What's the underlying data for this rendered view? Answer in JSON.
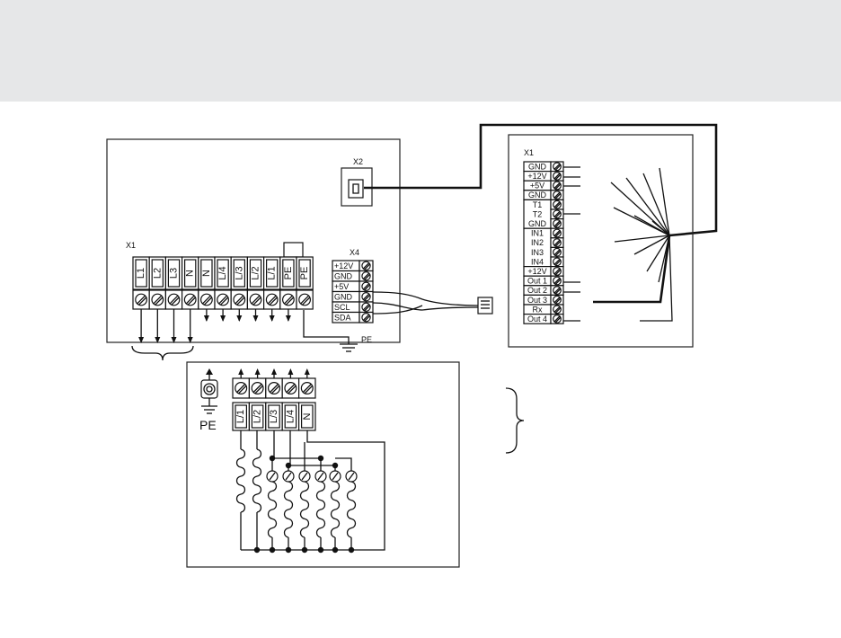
{
  "controller": {
    "x1_label": "X1",
    "x2_label": "X2",
    "x4_label": "X4",
    "x1_terminals": [
      "L1",
      "L2",
      "L3",
      "N",
      "N",
      "L/4",
      "L/3",
      "L/2",
      "L/1",
      "PE",
      "PE"
    ],
    "x4_terminals": [
      "+12V",
      "GND",
      "+5V",
      "GND",
      "SCL",
      "SDA"
    ],
    "pe_label": "PE"
  },
  "module": {
    "x1_label": "X1",
    "terminals": [
      "GND",
      "+12V",
      "+5V",
      "GND",
      "T1",
      "T2",
      "GND",
      "IN1",
      "IN2",
      "IN3",
      "IN4",
      "+12V",
      "Out 1",
      "Out 2",
      "Out 3",
      "Rx",
      "Out 4"
    ]
  },
  "heater": {
    "pe_label": "PE",
    "terminals": [
      "L/1",
      "L/2",
      "L/3",
      "L/4",
      "N"
    ]
  }
}
